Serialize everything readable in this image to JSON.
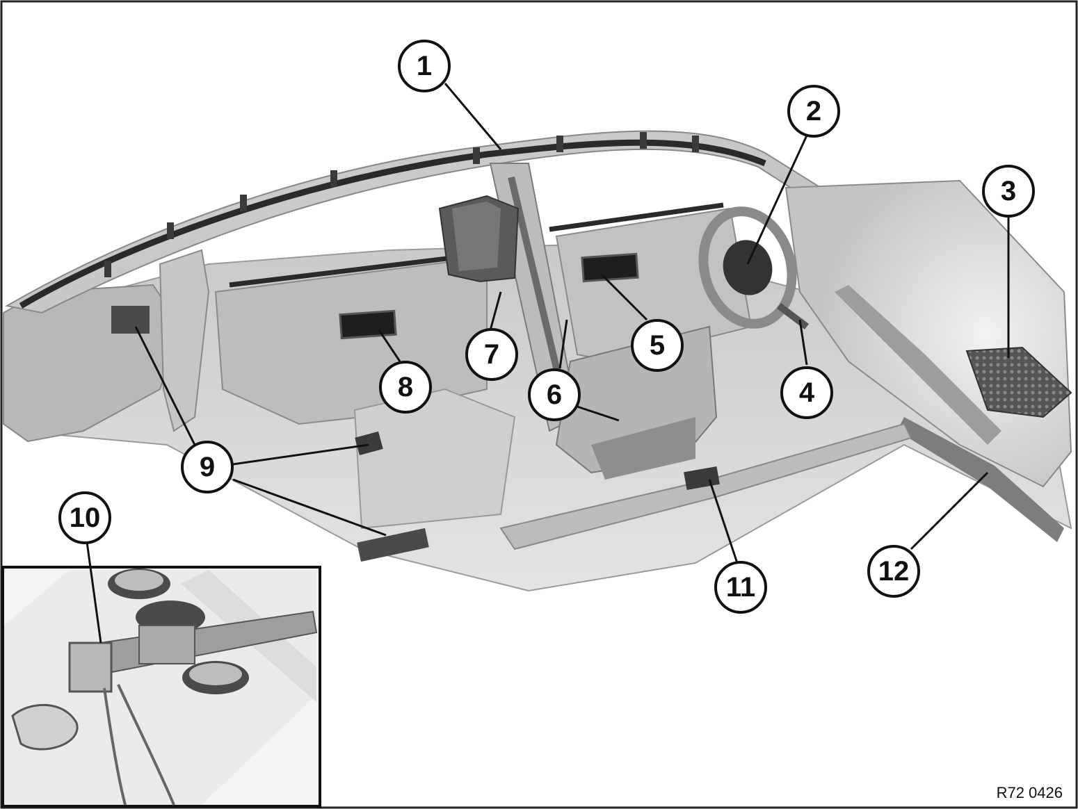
{
  "diagram": {
    "reference_code": "R72 0426",
    "callouts": [
      {
        "id": "1",
        "label": "1"
      },
      {
        "id": "2",
        "label": "2"
      },
      {
        "id": "3",
        "label": "3"
      },
      {
        "id": "4",
        "label": "4"
      },
      {
        "id": "5",
        "label": "5"
      },
      {
        "id": "6",
        "label": "6"
      },
      {
        "id": "7",
        "label": "7"
      },
      {
        "id": "8",
        "label": "8"
      },
      {
        "id": "9",
        "label": "9"
      },
      {
        "id": "10",
        "label": "10"
      },
      {
        "id": "11",
        "label": "11"
      },
      {
        "id": "12",
        "label": "12"
      }
    ]
  }
}
